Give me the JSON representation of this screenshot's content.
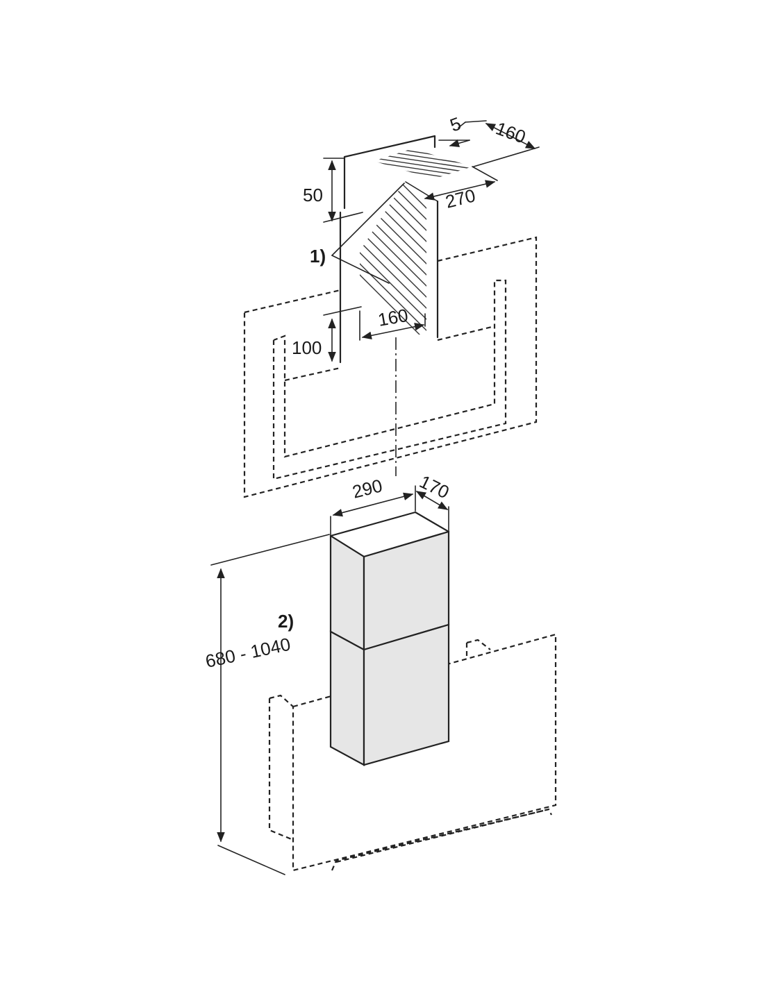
{
  "dimensions": {
    "top_gap": "5",
    "top_depth": "160",
    "height_50": "50",
    "width_270": "270",
    "height_100": "100",
    "width_160": "160",
    "width_290": "290",
    "depth_170": "170",
    "height_range": "680 - 1040"
  },
  "callouts": {
    "one": "1)",
    "two": "2)"
  },
  "colors": {
    "line": "#222222",
    "chimney_fill": "#e6e6e6",
    "background": "#ffffff"
  }
}
